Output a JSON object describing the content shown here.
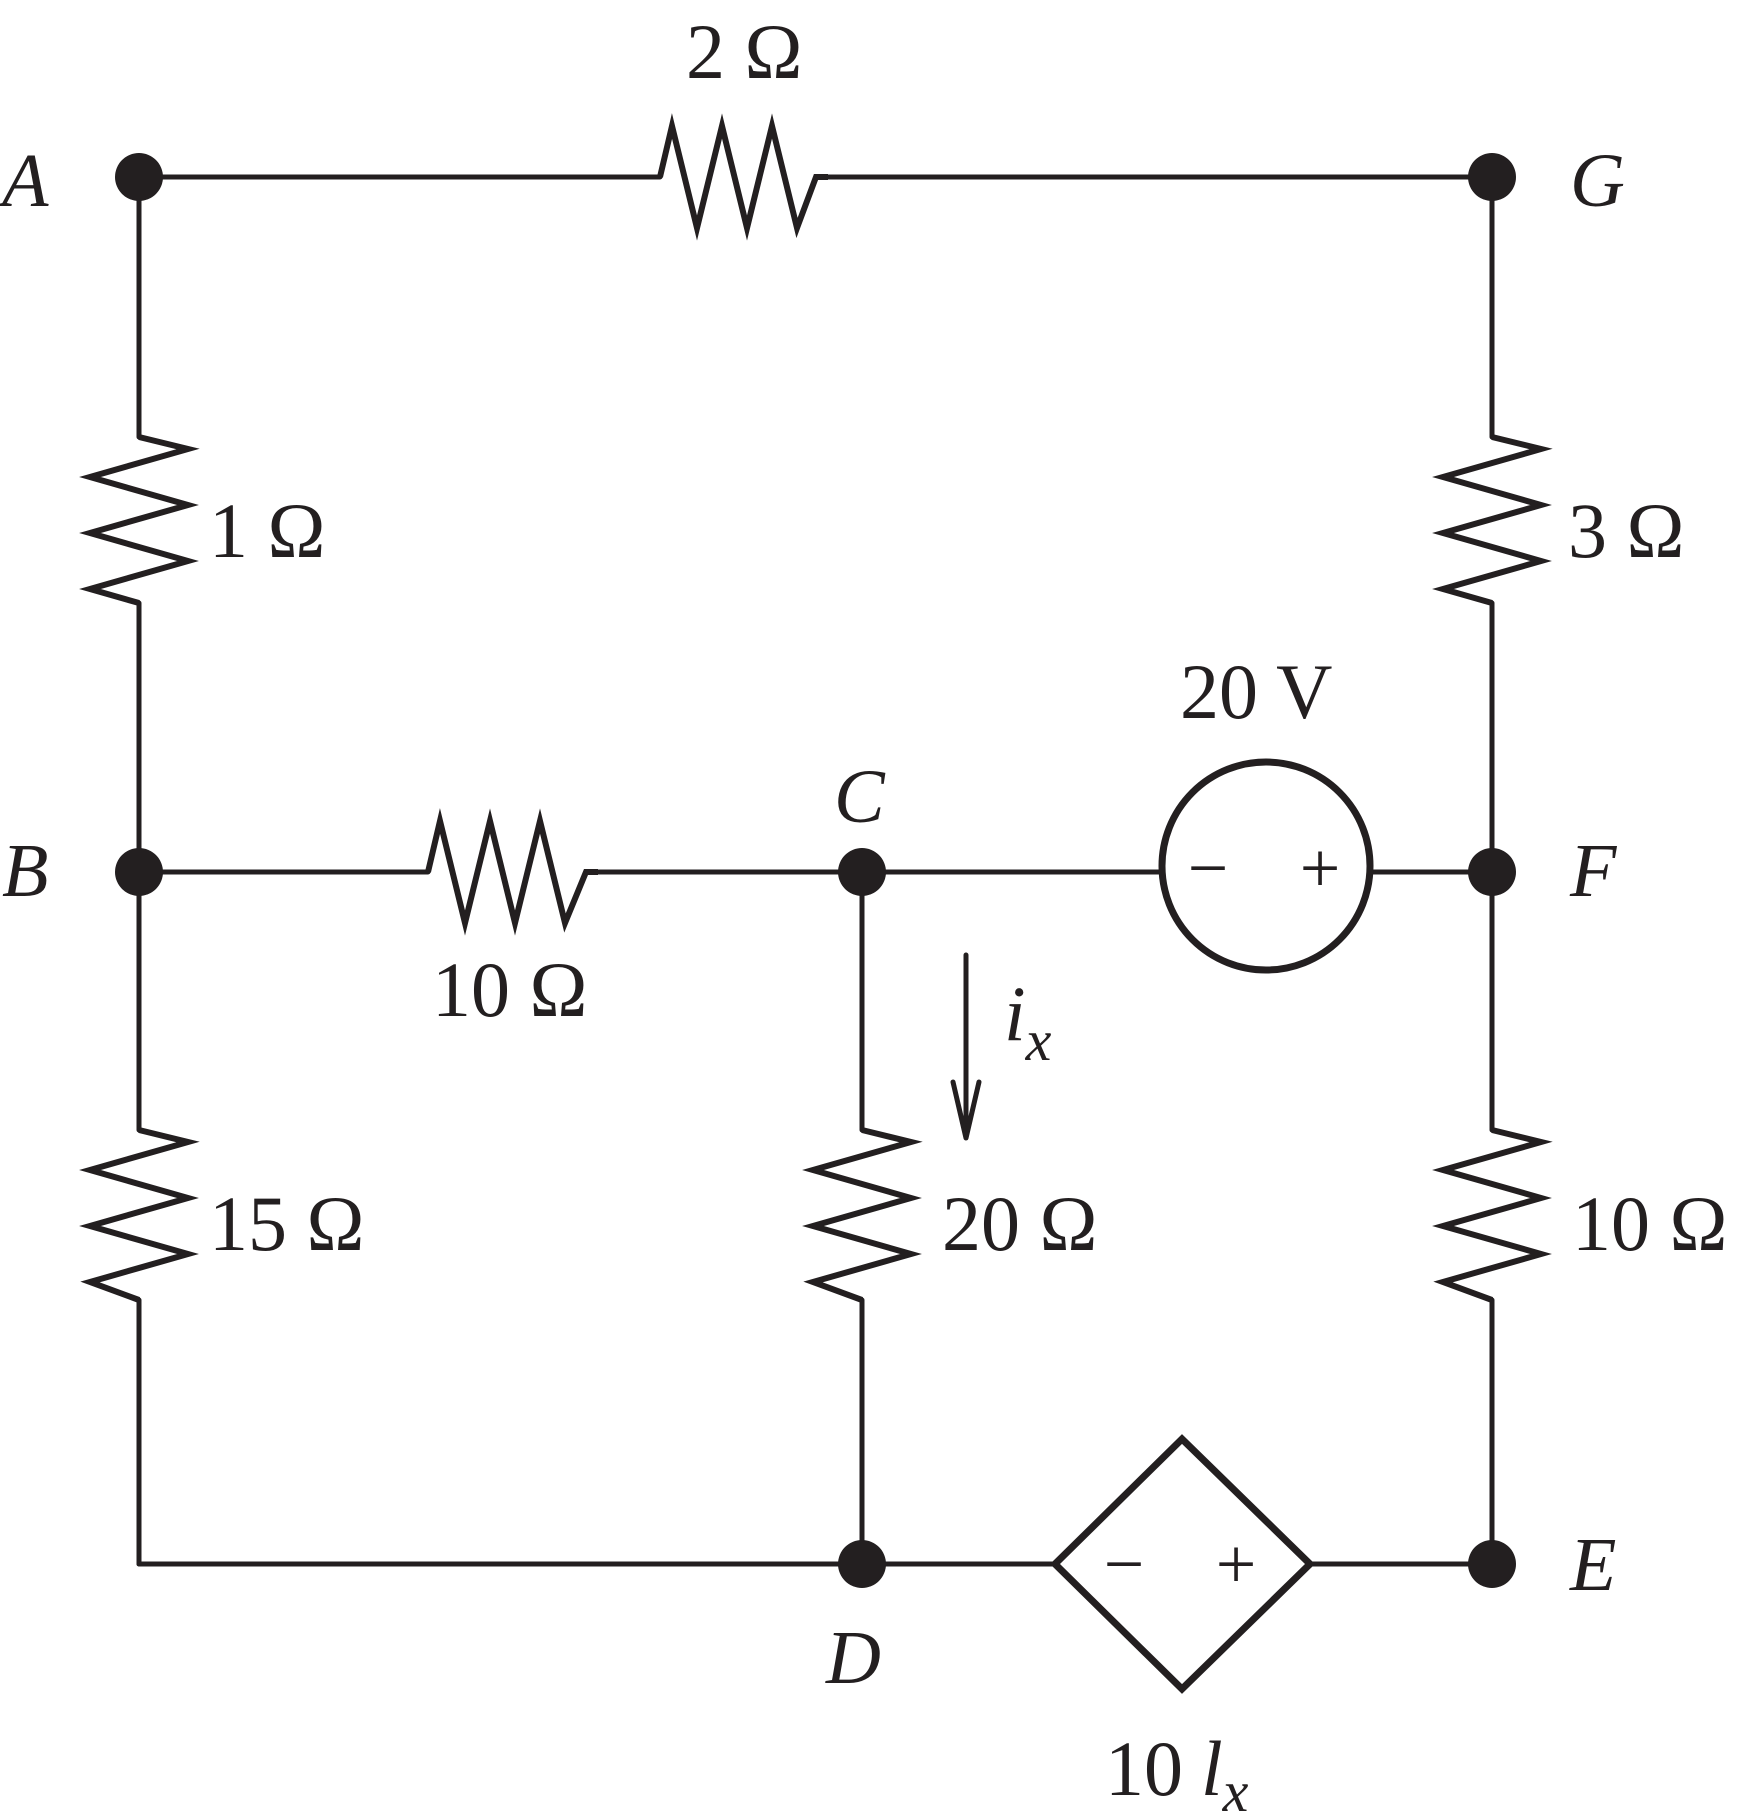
{
  "nodes": {
    "A": "A",
    "B": "B",
    "C": "C",
    "D": "D",
    "E": "E",
    "F": "F",
    "G": "G"
  },
  "resistors": {
    "r_ag": "2 Ω",
    "r_ab": "1 Ω",
    "r_gf": "3 Ω",
    "r_bc": "10 Ω",
    "r_bd": "15 Ω",
    "r_cd": "20 Ω",
    "r_fe": "10 Ω"
  },
  "sources": {
    "independent": {
      "label": "20 V",
      "minus": "−",
      "plus": "+"
    },
    "dependent": {
      "coefficient": "10",
      "variable": "l",
      "subscript": "x",
      "minus": "−",
      "plus": "+"
    }
  },
  "current": {
    "symbol": "i",
    "subscript": "x",
    "direction": "down"
  }
}
